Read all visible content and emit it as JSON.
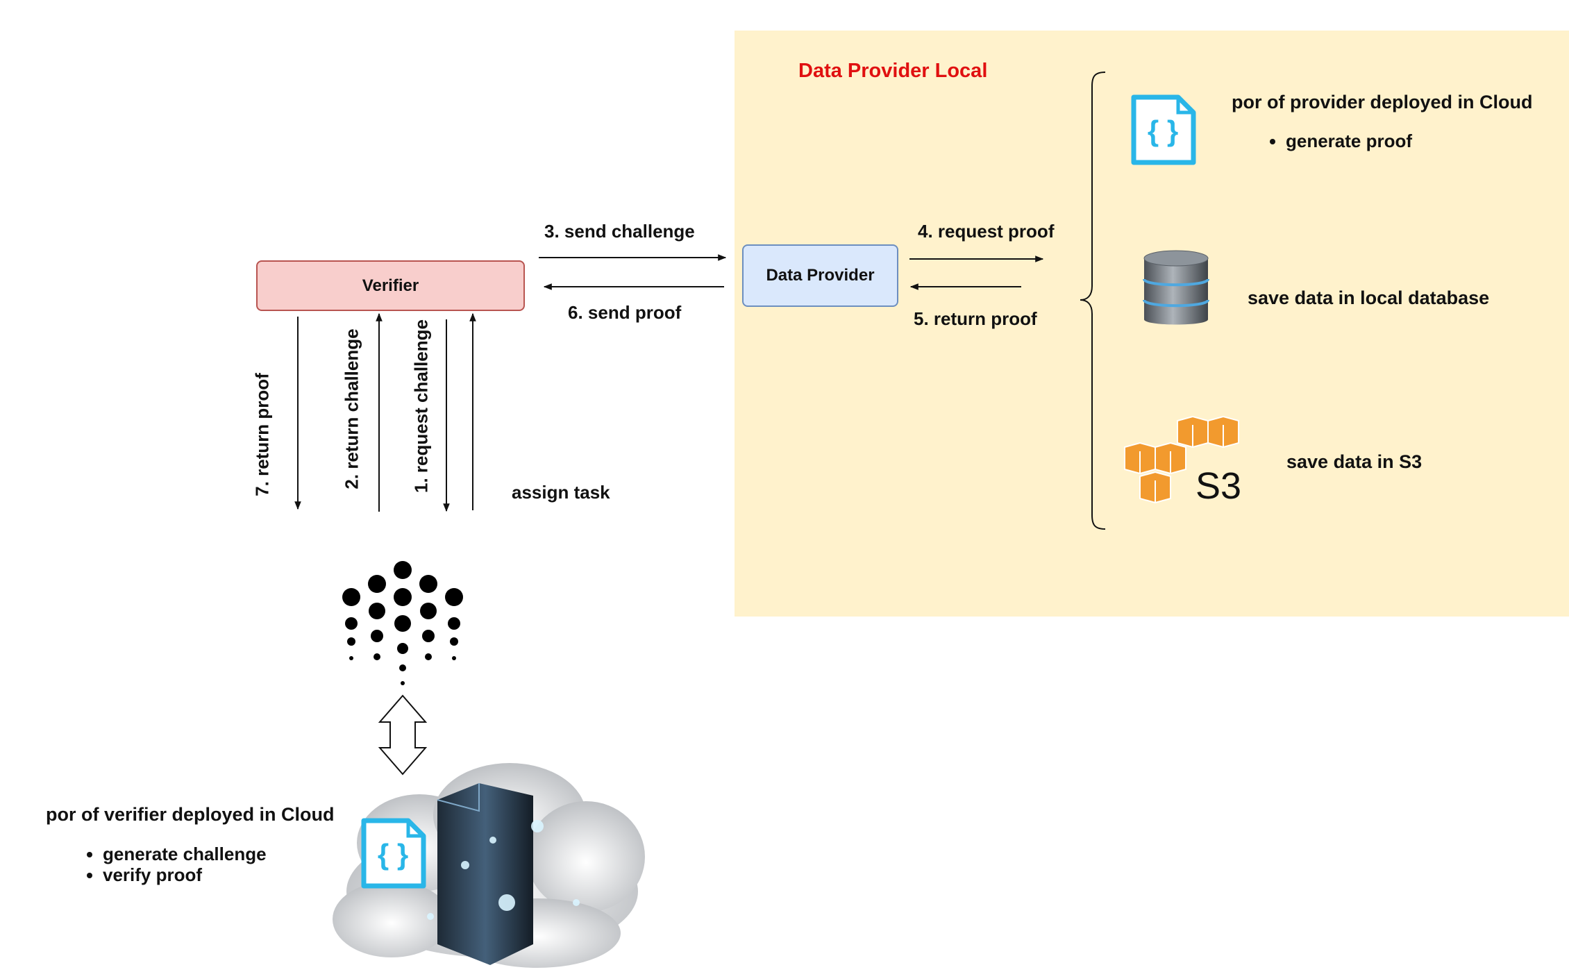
{
  "region": {
    "title": "Data Provider Local"
  },
  "nodes": {
    "verifier": "Verifier",
    "data_provider": "Data Provider"
  },
  "edges": {
    "send_challenge": "3. send challenge",
    "send_proof": "6. send proof",
    "request_proof": "4. request proof",
    "return_proof_5": "5. return proof",
    "return_proof_7": "7. return proof",
    "return_challenge": "2. return challenge",
    "request_challenge": "1. request challenge",
    "assign_task": "assign task"
  },
  "provider_side": {
    "cloud_title": "por of provider deployed in Cloud",
    "cloud_bullets": [
      "generate proof"
    ],
    "db_label": "save data in local database",
    "s3_label": "save data in S3",
    "s3_text": "S3"
  },
  "verifier_side": {
    "cloud_title": "por of verifier deployed in Cloud",
    "bullets": [
      "generate challenge",
      "verify proof"
    ]
  },
  "icons": {
    "code_file": "code-file-icon",
    "database": "database-icon",
    "s3": "aws-s3-icon",
    "network": "dot-network-icon",
    "cloud_server": "cloud-server-icon",
    "double_arrow": "double-arrow-icon"
  },
  "colors": {
    "region_fill": "#fff2cc",
    "region_title": "#e01010",
    "verifier_fill": "#f8cecc",
    "verifier_stroke": "#b85450",
    "provider_fill": "#dae8fc",
    "provider_stroke": "#6c8ebf",
    "code_icon": "#29b6e8",
    "s3_orange": "#f29a2e"
  }
}
